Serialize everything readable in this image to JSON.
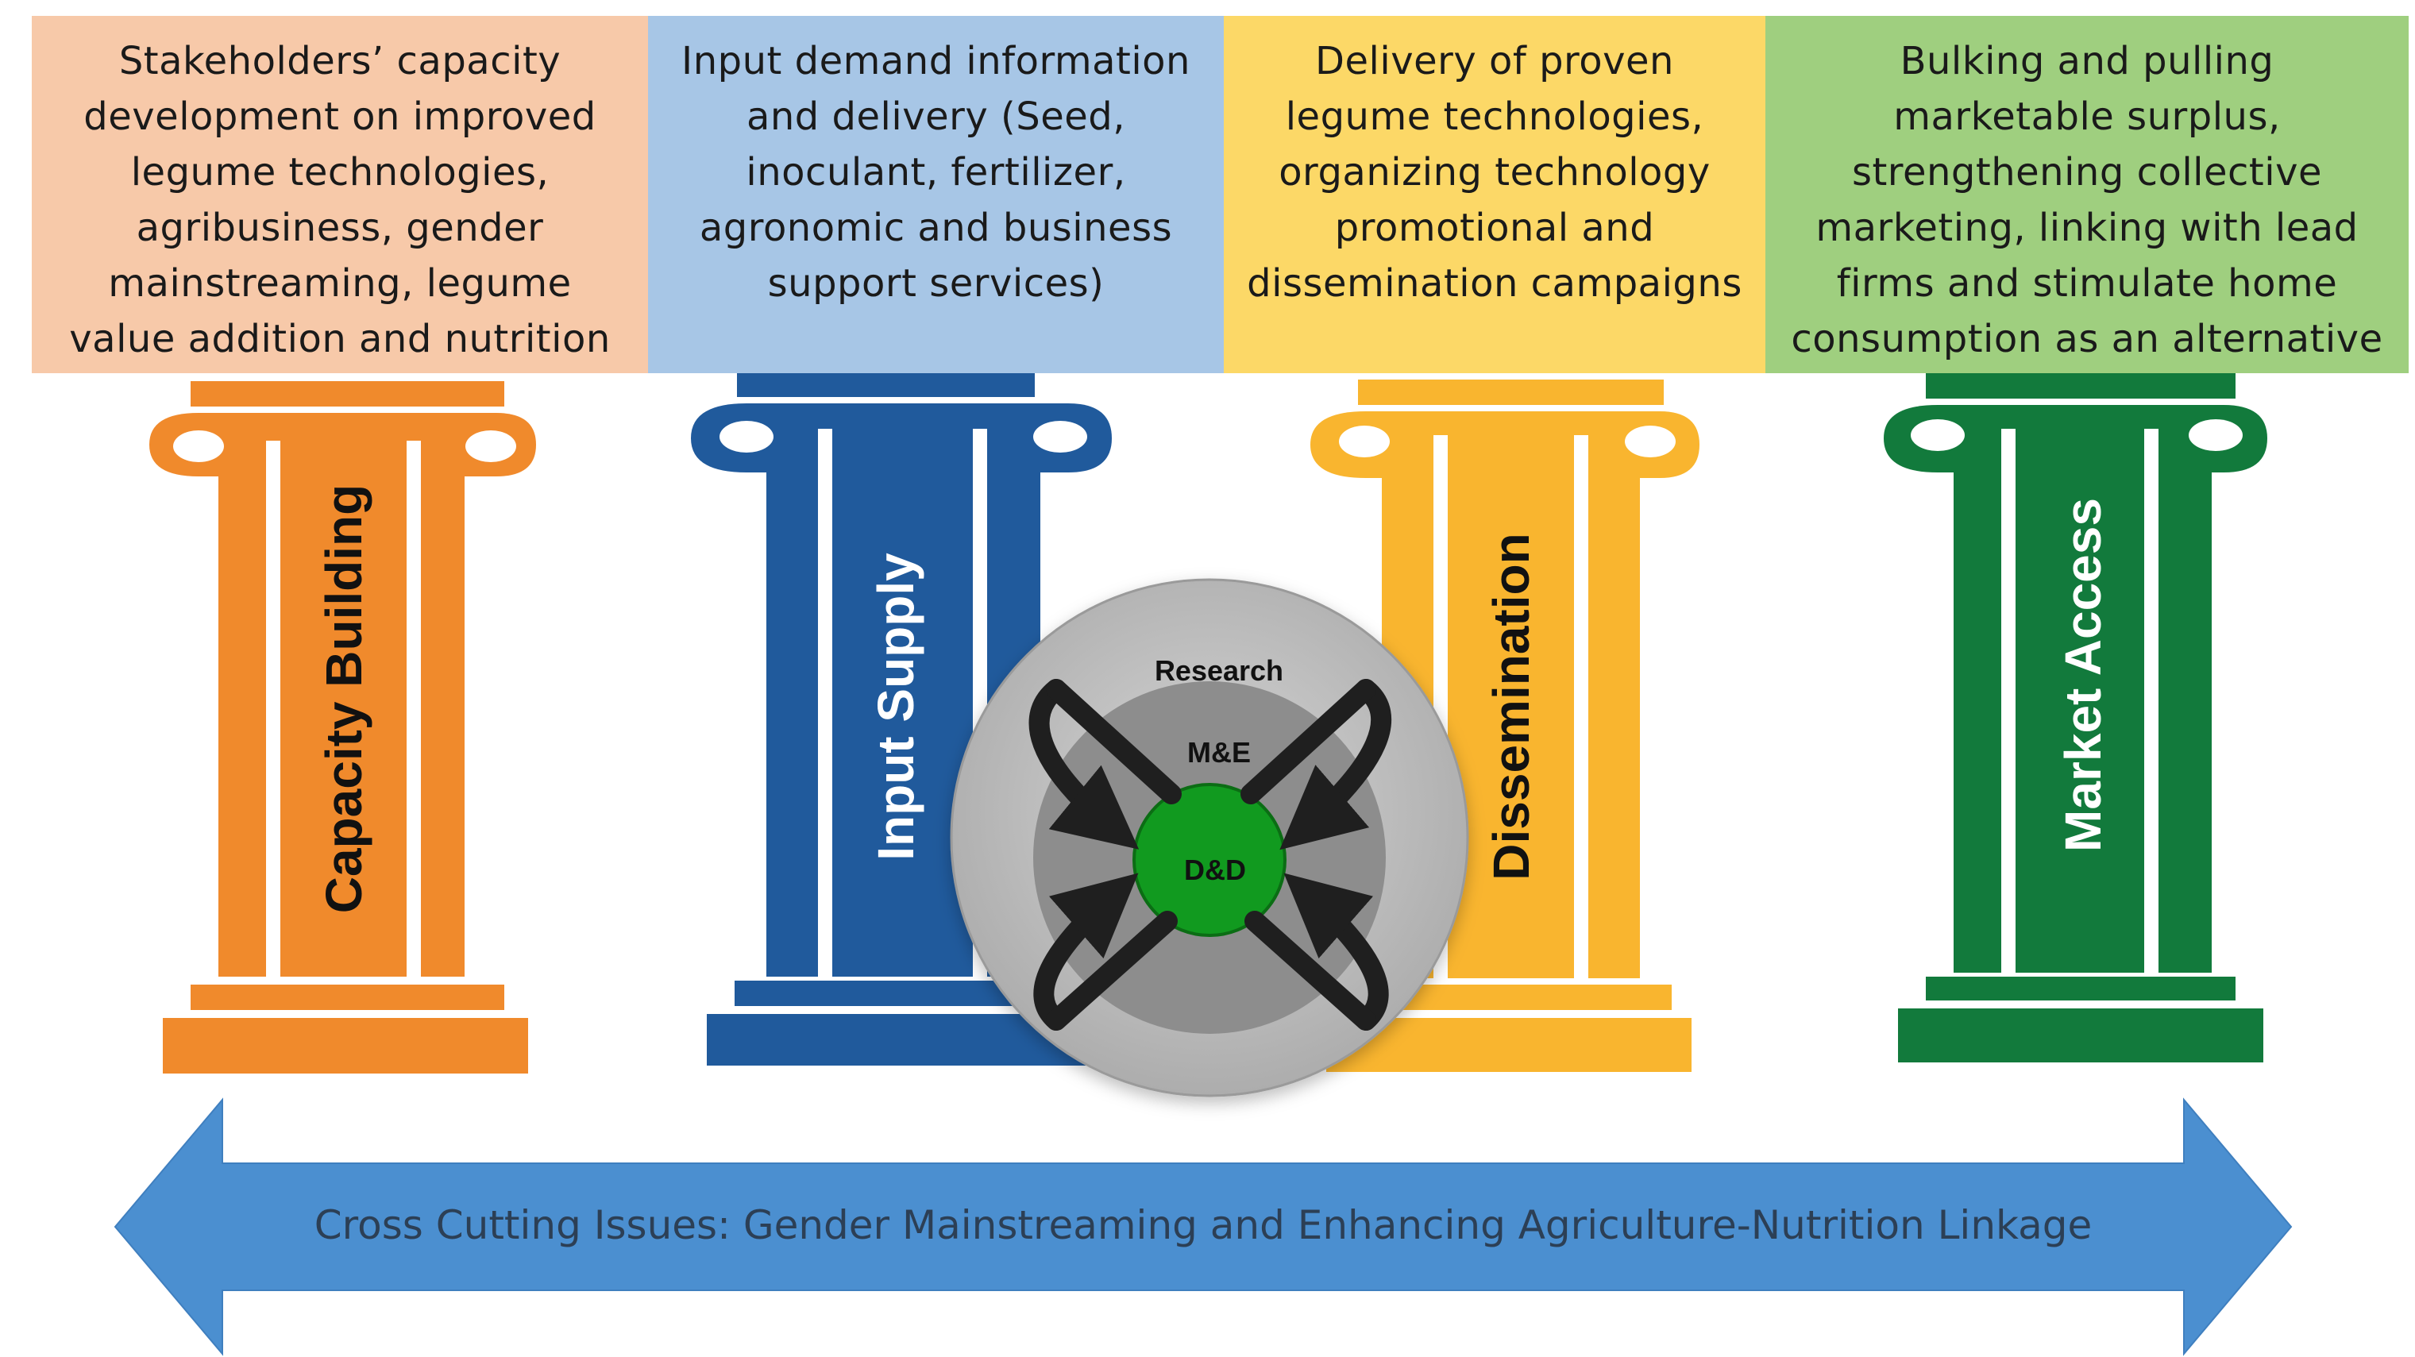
{
  "headers": [
    {
      "text": "Stakeholders’ capacity development on improved legume technologies, agribusiness, gender mainstreaming, legume value addition and nutrition",
      "color": "#f7c9a9"
    },
    {
      "text": "Input demand information and delivery (Seed, inoculant, fertilizer, agronomic and business support services)",
      "color": "#a7c6e6"
    },
    {
      "text": "Delivery of proven legume technologies, organizing technology promotional and dissemination campaigns",
      "color": "#fcd867"
    },
    {
      "text": "Bulking and pulling marketable surplus, strengthening collective marketing, linking with lead firms and stimulate home consumption as an alternative",
      "color": "#9fcf7f"
    }
  ],
  "pillars": [
    {
      "label": "Capacity Building",
      "color": "#f08a2c",
      "label_color": "#111111"
    },
    {
      "label": "Input Supply",
      "color": "#205a9c",
      "label_color": "#ffffff"
    },
    {
      "label": "Dissemination",
      "color": "#f9b52f",
      "label_color": "#111111"
    },
    {
      "label": "Market Access",
      "color": "#127a3c",
      "label_color": "#ffffff"
    }
  ],
  "cycle": {
    "outer": "Research",
    "middle": "M&E",
    "center": "D&D",
    "center_color": "#119a1f"
  },
  "cross_cutting": {
    "text": "Cross Cutting Issues: Gender Mainstreaming and Enhancing Agriculture-Nutrition Linkage",
    "color": "#4b8fd0"
  }
}
